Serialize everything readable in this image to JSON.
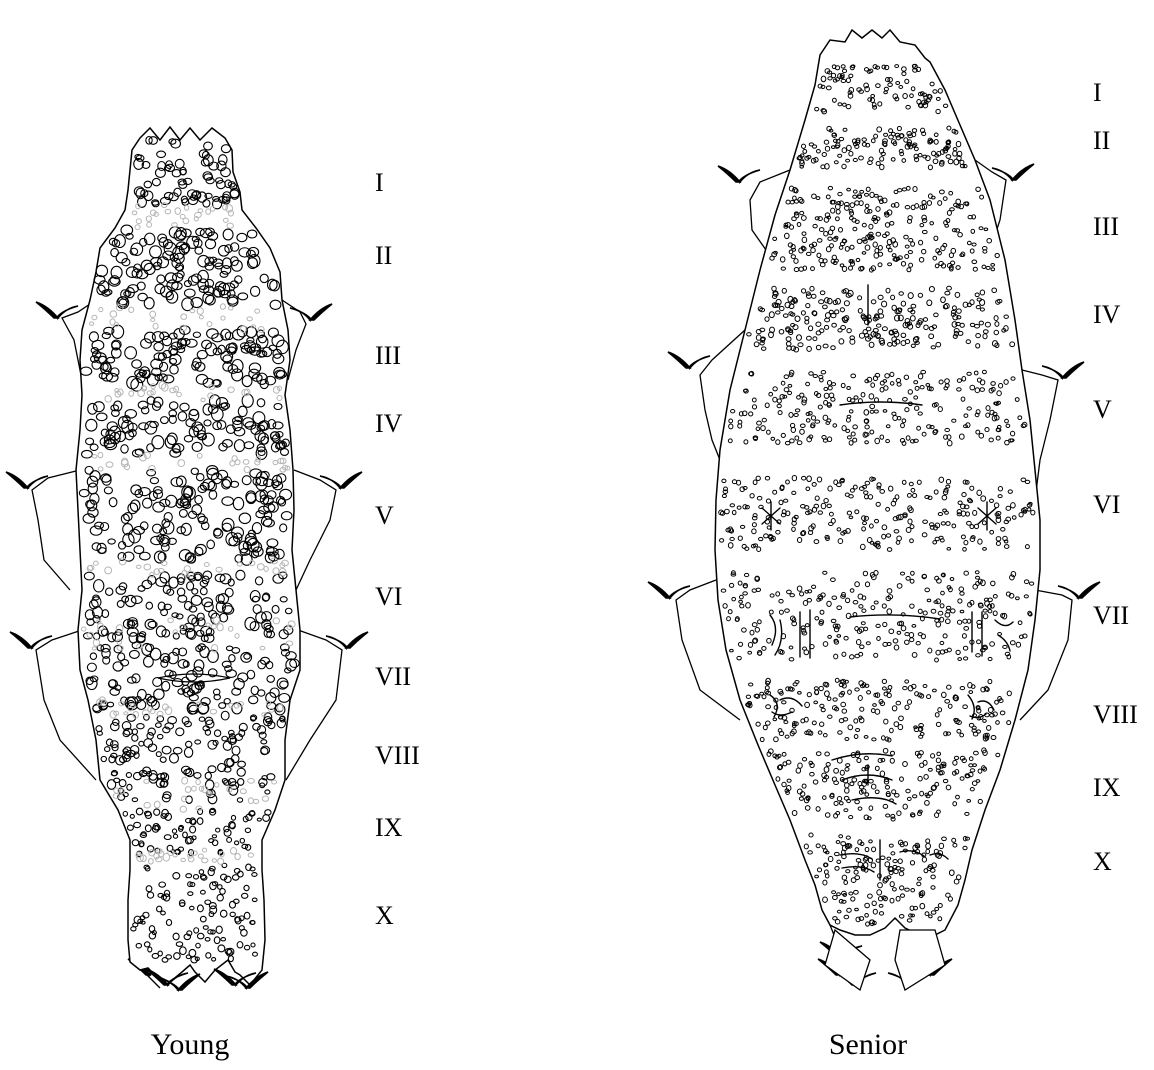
{
  "figure": {
    "panels": [
      {
        "id": "young",
        "caption": "Young",
        "segments": [
          "I",
          "II",
          "III",
          "IV",
          "V",
          "VI",
          "VII",
          "VIII",
          "IX",
          "X"
        ]
      },
      {
        "id": "senior",
        "caption": "Senior",
        "segments": [
          "I",
          "II",
          "III",
          "IV",
          "V",
          "VI",
          "VII",
          "VIII",
          "IX",
          "X"
        ]
      }
    ],
    "colors": {
      "outline": "#000000",
      "pore": "#000000",
      "faint_pore": "#b5b5b5",
      "background": "#ffffff"
    }
  }
}
